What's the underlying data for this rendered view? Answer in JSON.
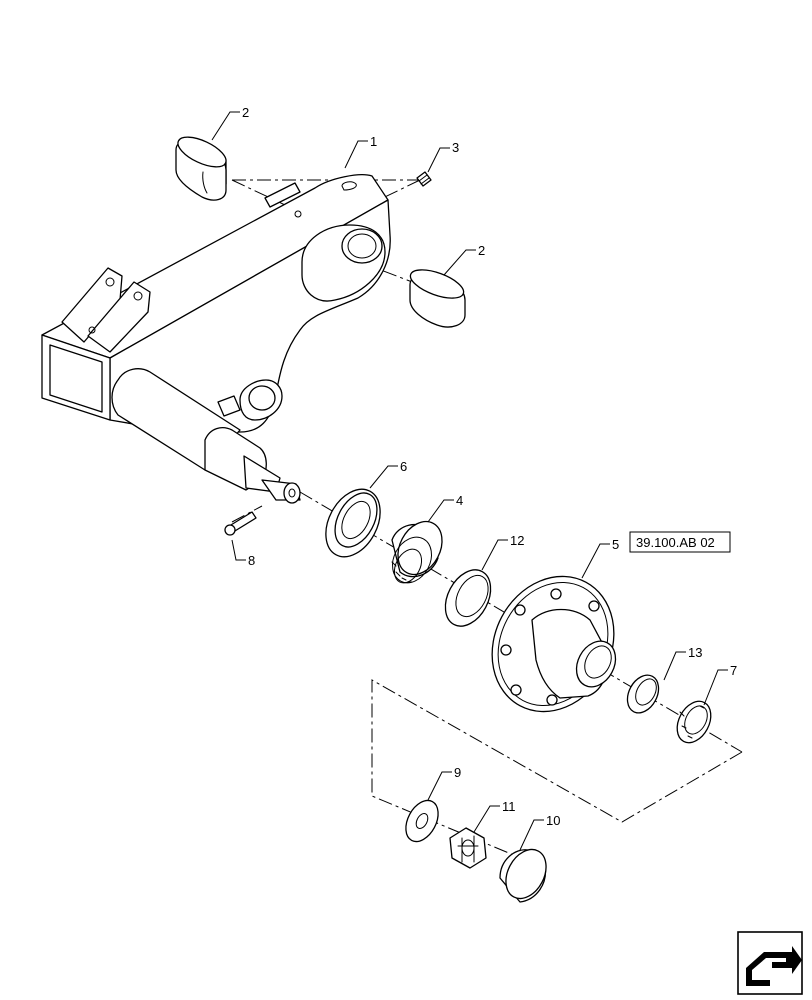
{
  "callouts": {
    "c1": "1",
    "c2a": "2",
    "c2b": "2",
    "c3": "3",
    "c4": "4",
    "c5": "5",
    "c6": "6",
    "c7": "7",
    "c8": "8",
    "c9": "9",
    "c10": "10",
    "c11": "11",
    "c12": "12",
    "c13": "13"
  },
  "reference": {
    "label": "39.100.AB 02"
  },
  "icons": {
    "navigation": "next-page-arrow-icon"
  }
}
